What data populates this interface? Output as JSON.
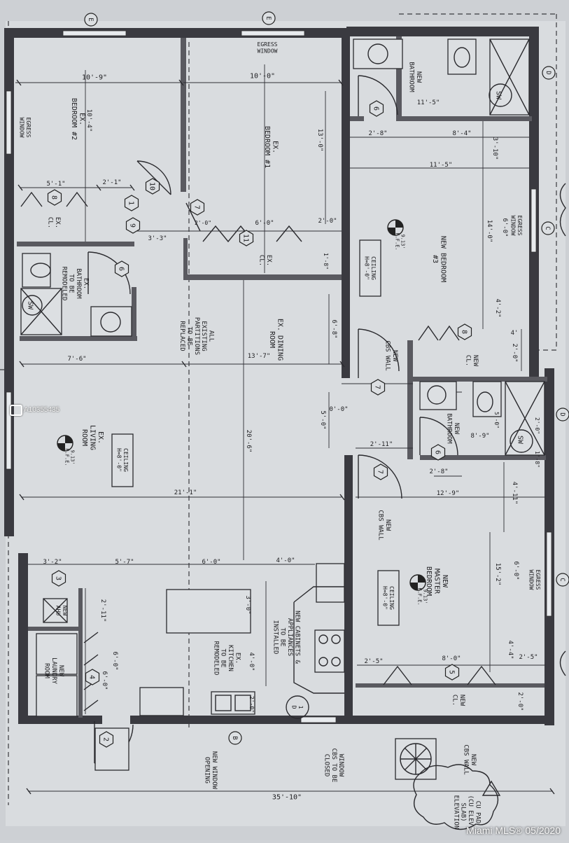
{
  "rooms": {
    "bedroom2": "EX.\nBEDROOM #2",
    "bedroom1": "EX.\nBEDROOM #1",
    "new_bathroom_top": "NEW\nBATHROOM",
    "new_bedroom3": "NEW BEDROOM\n#3",
    "ex_cl_left": "EX.\nCL.",
    "ex_cl_mid": "EX.\nCL.",
    "ex_bathroom": "EX.\nBATHROOM\nTO BE\nREMODELED",
    "partitions": "ALL\nEXISTING\nPARTITIONS\nTO BE\nREPLACED",
    "dining": "EX. DINING\nROOM",
    "living": "EX.\nLIVING\nROOM",
    "new_cl_right": "NEW\nCL.",
    "new_bathroom_mid": "NEW\nBATHROOM",
    "master": "NEW\nMASTER\nBEDROOM",
    "kitchen": "EX.\nKITCHEN\nTO BE\nREMODELED",
    "cabinets": "NEW CABINETS &\nAPPLIANCES\nTO BE\nINSTALLED",
    "laundry": "NEW\nLAUNDRY\nROOM",
    "new_ahu": "NEW\nAHU",
    "new_cl_bottom": "NEW\nCL.",
    "crs_wall_top": "NEW\nCBS WALL",
    "crs_wall_mid": "NEW\nCBS WALL",
    "crs_wall_bottom": "NEW\nCBS WALL",
    "window_opening": "NEW WINDOW\nOPENING",
    "window_closed": "WINDOW\nCBS TO BE\nCLOSED",
    "cu_pad": "CU PAD\n(CU ELEV.\nSLAB)\nELEVATION"
  },
  "windows": {
    "egress_top": "EGRESS\nWINDOW",
    "egress_left": "EGRESS\nWINDOW",
    "egress_right": "EGRESS\nWINDOW",
    "egress_master": "EGRESS\nWINDOW"
  },
  "ceilings": {
    "bedroom3": "CEILING\nH=8'-0\"",
    "living": "CEILING\nH=8'-0\"",
    "master": "CEILING\nH=8'-0\""
  },
  "ffe": {
    "bedroom3": "9.13'\nF.F.E.",
    "living": "9.13'\nF.F.E.",
    "master": "9.13'\nF.F.E."
  },
  "dims": {
    "d1": "10'-9\"",
    "d2": "10'-0\"",
    "d3": "10'-4\"",
    "d4": "13'-0\"",
    "d5": "5'-1\"",
    "d6": "2'-1\"",
    "d7": "3'-3\"",
    "d8": "2'-0\"",
    "d9": "6'-0\"",
    "d10": "2'-0\"",
    "d11": "1'-8\"",
    "d12": "6'-8\"",
    "d13": "7'-6\"",
    "d14": "13'-7\"",
    "d15": "5'-0\"",
    "d16": "0'-0\"",
    "d17": "20'-6\"",
    "d18": "21'-1\"",
    "d19": "2'-8\"",
    "d20": "8'-4\"",
    "d21": "11'-5\"",
    "d22": "11'-5\"",
    "d23": "3'-10\"",
    "d24": "14'-0\"",
    "d25": "6'-0\"",
    "d26": "4'-2\"",
    "d27": "4'",
    "d28": "2'-0\"",
    "d29": "2'-11\"",
    "d30": "12'-9\"",
    "d31": "4'-11\"",
    "d32": "15'-2\"",
    "d33": "6'-0\"",
    "d34": "4'-4\"",
    "d35": "2'-5\"",
    "d36": "8'-0\"",
    "d37": "2'-5\"",
    "d38": "2'-0\"",
    "d39": "3'-2\"",
    "d40": "5'-7\"",
    "d41": "6'-0\"",
    "d42": "4'-0\"",
    "d43": "3'-0\"",
    "d44": "4'-0\"",
    "d45": "2'-11\"",
    "d46": "6'-0\"",
    "d47": "6'-0\"",
    "d48": "2'-0\"",
    "d49": "35'-10\"",
    "d50": "8'-9\"",
    "d51": "2'-8\"",
    "d52": "5'-0\"",
    "d53": "2'-0\"",
    "d54": "1'-8\""
  },
  "doors": {
    "d6a": "6",
    "d10": "10",
    "d7a": "7",
    "d9": "9",
    "d11": "11",
    "d8a": "8",
    "d6b": "6",
    "d8b": "8",
    "d7b": "7",
    "d7c": "7",
    "d6c": "6",
    "d5": "5",
    "d4": "4",
    "d3": "3",
    "d2": "2",
    "d1": "1"
  },
  "grid": {
    "e1": "E",
    "e2": "E",
    "d1": "D",
    "c1": "C",
    "d2": "D",
    "c2": "C",
    "b1": "B",
    "ldb": "1\nD"
  },
  "fixtures": {
    "sw1": "SW",
    "sw2": "SW",
    "sw3": "SW"
  },
  "mls_id": "A10355435",
  "watermark": "Miami MLS® 05/2020"
}
